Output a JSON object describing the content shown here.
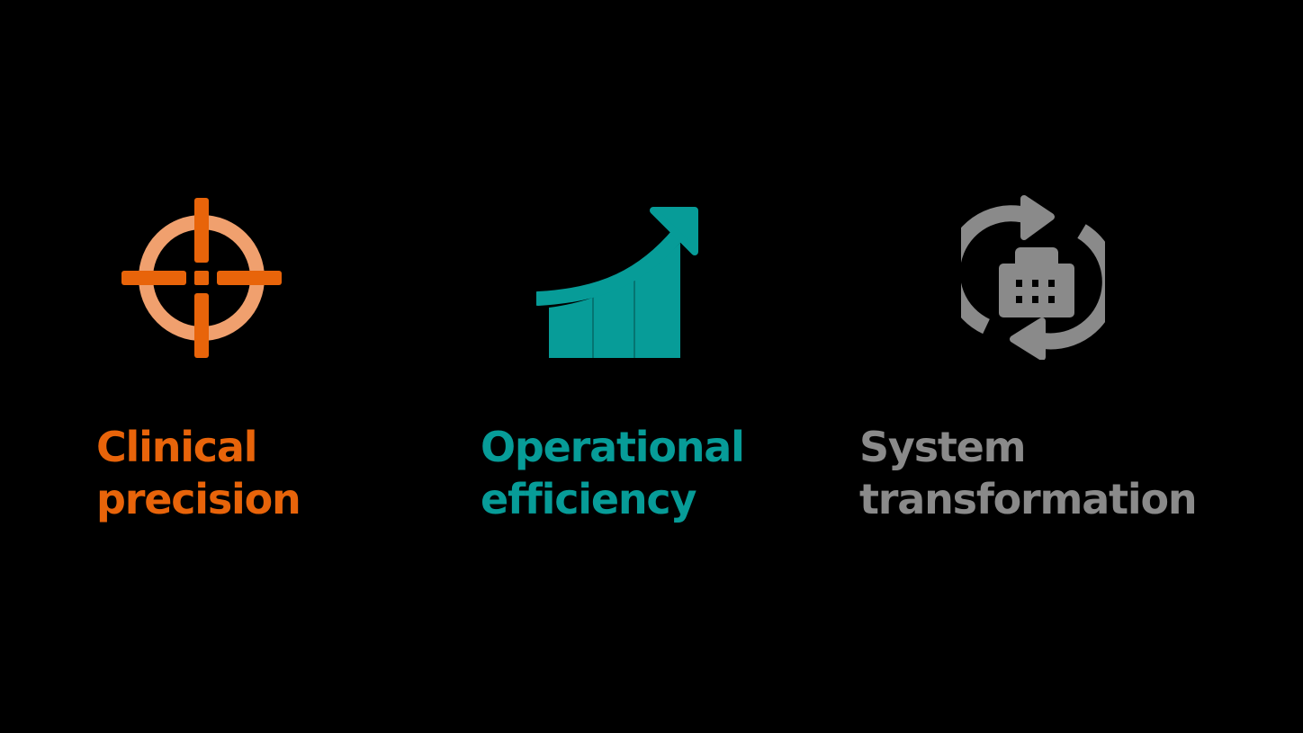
{
  "colors": {
    "background": "#000000",
    "clinical": "#e8640a",
    "clinical_light": "#f0a06e",
    "operational": "#079c98",
    "system": "#8a8a8a"
  },
  "pillars": [
    {
      "icon": "crosshair-target-icon",
      "line1": "Clinical",
      "line2": "precision",
      "color": "#e8640a"
    },
    {
      "icon": "growth-chart-arrow-icon",
      "line1": "Operational",
      "line2": "efficiency",
      "color": "#079c98"
    },
    {
      "icon": "building-refresh-icon",
      "line1": "System",
      "line2": "transformation",
      "color": "#8a8a8a"
    }
  ]
}
